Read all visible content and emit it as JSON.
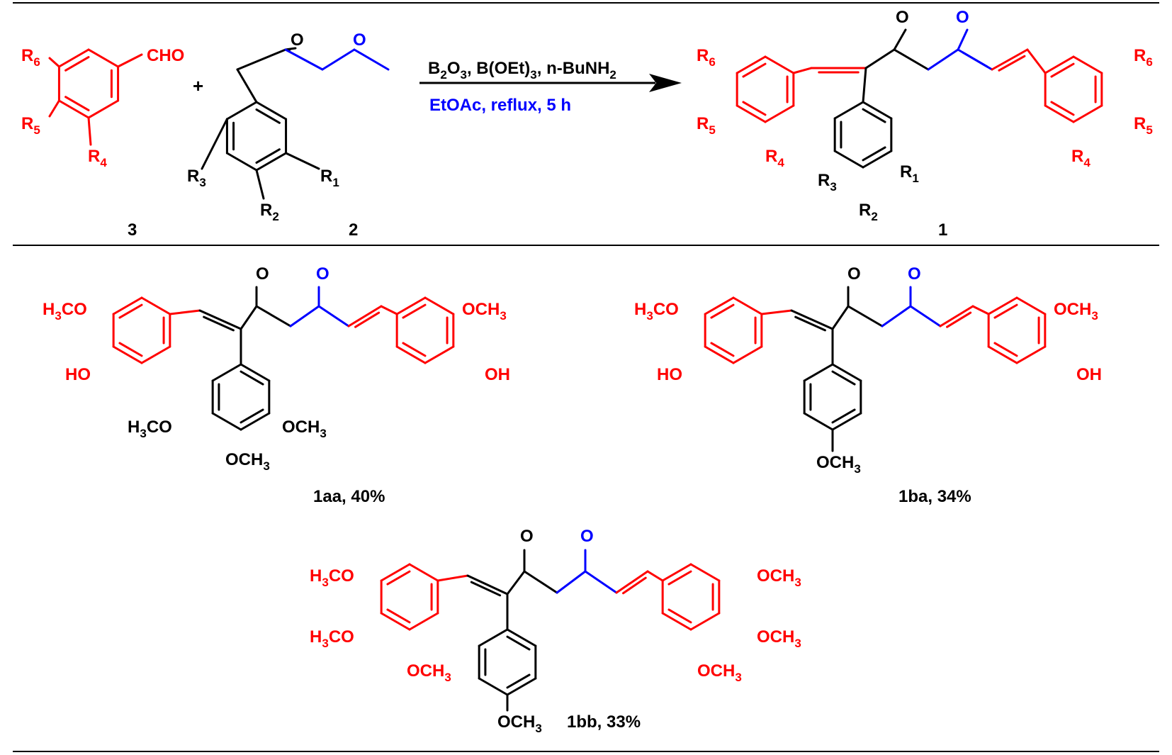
{
  "colors": {
    "black": "#000000",
    "red": "#ff0000",
    "blue": "#0000ff",
    "background": "#ffffff",
    "rule": "#000000"
  },
  "reaction": {
    "reagents_line": [
      "B",
      "2",
      "O",
      "3",
      ", B(OEt)",
      "3",
      ", n-BuNH",
      "2"
    ],
    "conditions_line": "EtOAc, reflux, 5 h",
    "plus_sign": "+"
  },
  "labels": {
    "R1": [
      "R",
      "1"
    ],
    "R2": [
      "R",
      "2"
    ],
    "R3": [
      "R",
      "3"
    ],
    "R4": [
      "R",
      "4"
    ],
    "R5": [
      "R",
      "5"
    ],
    "R6": [
      "R",
      "6"
    ],
    "CHO": "CHO",
    "O": "O",
    "OCH3": [
      "OCH",
      "3"
    ],
    "H3CO": [
      "H",
      "3",
      "CO"
    ],
    "OH": "OH",
    "HO": "HO"
  },
  "compounds": [
    {
      "id": "3",
      "caption": "3"
    },
    {
      "id": "2",
      "caption": "2"
    },
    {
      "id": "1",
      "caption": "1"
    },
    {
      "id": "1aa",
      "caption": "1aa, 40%"
    },
    {
      "id": "1ba",
      "caption": "1ba, 34%"
    },
    {
      "id": "1bb",
      "caption": "1bb, 33%"
    }
  ]
}
